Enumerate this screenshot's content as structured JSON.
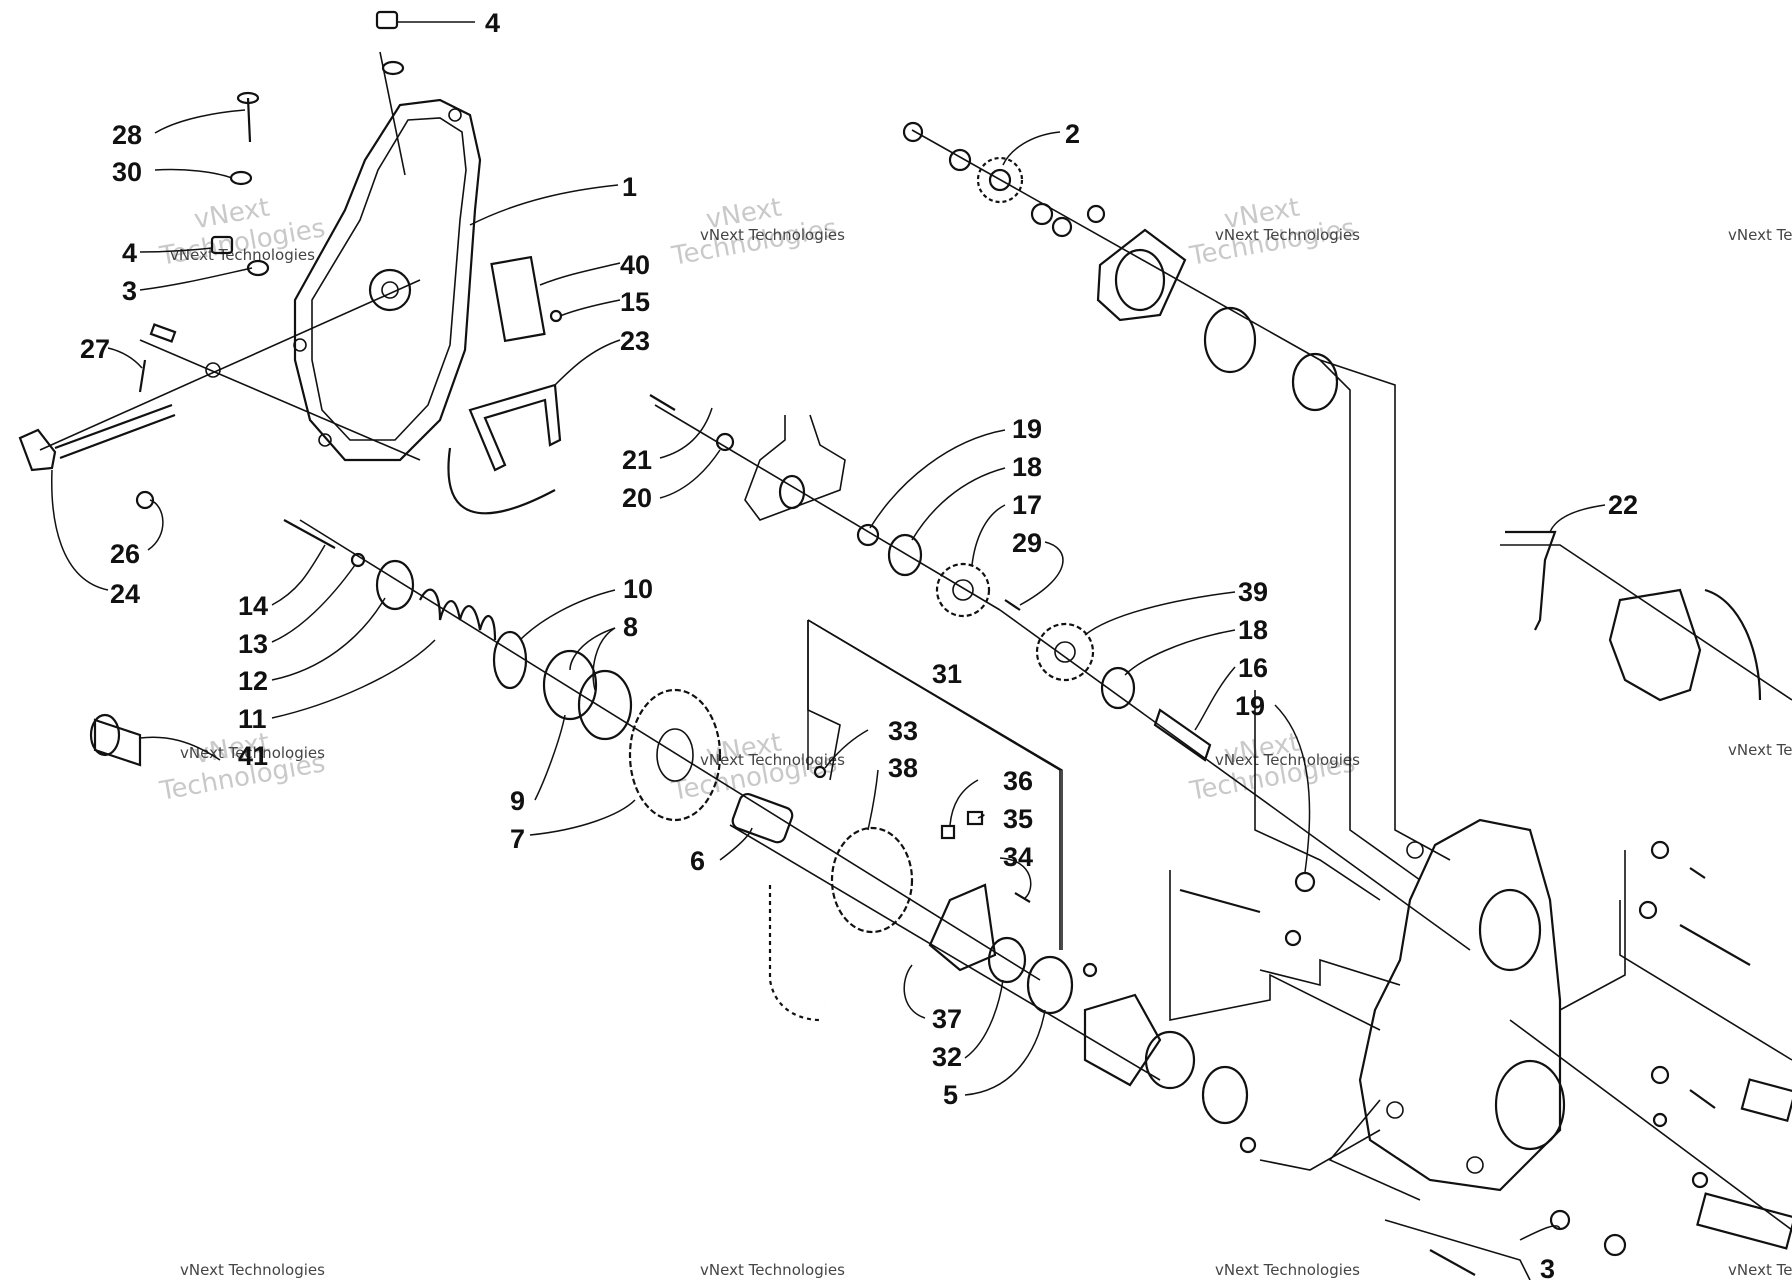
{
  "diagram": {
    "callouts": [
      {
        "id": "c4a",
        "text": "4"
      },
      {
        "id": "c28",
        "text": "28"
      },
      {
        "id": "c30",
        "text": "30"
      },
      {
        "id": "c1",
        "text": "1"
      },
      {
        "id": "c4b",
        "text": "4"
      },
      {
        "id": "c3a",
        "text": "3"
      },
      {
        "id": "c40",
        "text": "40"
      },
      {
        "id": "c15",
        "text": "15"
      },
      {
        "id": "c23",
        "text": "23"
      },
      {
        "id": "c27",
        "text": "27"
      },
      {
        "id": "c26",
        "text": "26"
      },
      {
        "id": "c24",
        "text": "24"
      },
      {
        "id": "c2",
        "text": "2"
      },
      {
        "id": "c21",
        "text": "21"
      },
      {
        "id": "c20",
        "text": "20"
      },
      {
        "id": "c19a",
        "text": "19"
      },
      {
        "id": "c18a",
        "text": "18"
      },
      {
        "id": "c17",
        "text": "17"
      },
      {
        "id": "c29",
        "text": "29"
      },
      {
        "id": "c39",
        "text": "39"
      },
      {
        "id": "c18b",
        "text": "18"
      },
      {
        "id": "c16",
        "text": "16"
      },
      {
        "id": "c19b",
        "text": "19"
      },
      {
        "id": "c22",
        "text": "22"
      },
      {
        "id": "c14",
        "text": "14"
      },
      {
        "id": "c13",
        "text": "13"
      },
      {
        "id": "c12",
        "text": "12"
      },
      {
        "id": "c11",
        "text": "11"
      },
      {
        "id": "c10",
        "text": "10"
      },
      {
        "id": "c8",
        "text": "8"
      },
      {
        "id": "c9",
        "text": "9"
      },
      {
        "id": "c7",
        "text": "7"
      },
      {
        "id": "c41",
        "text": "41"
      },
      {
        "id": "c31",
        "text": "31"
      },
      {
        "id": "c33",
        "text": "33"
      },
      {
        "id": "c38",
        "text": "38"
      },
      {
        "id": "c36",
        "text": "36"
      },
      {
        "id": "c35",
        "text": "35"
      },
      {
        "id": "c34",
        "text": "34"
      },
      {
        "id": "c6",
        "text": "6"
      },
      {
        "id": "c37",
        "text": "37"
      },
      {
        "id": "c32",
        "text": "32"
      },
      {
        "id": "c5",
        "text": "5"
      },
      {
        "id": "c3b",
        "text": "3"
      }
    ],
    "watermark": {
      "line1": "vNext",
      "line2": "Technologies",
      "small": "vNext Technologies"
    }
  }
}
